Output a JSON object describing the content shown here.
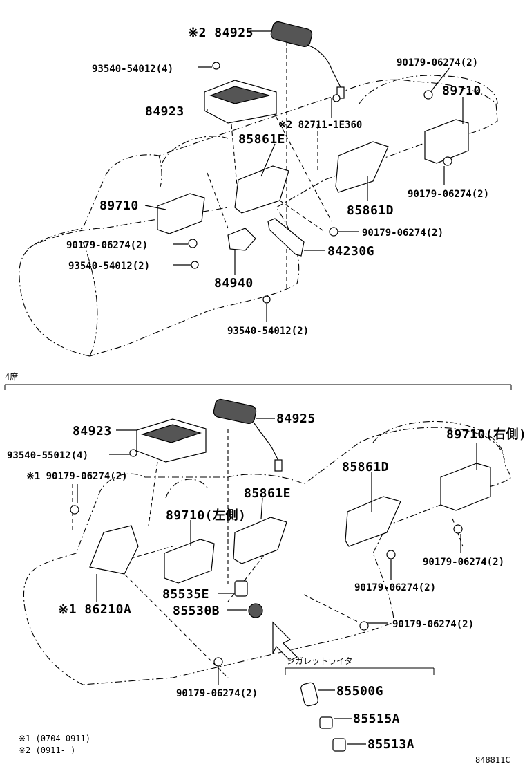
{
  "top": {
    "l_84925": "※2 84925",
    "l_93540_a": "93540-54012(4)",
    "l_90179_tr": "90179-06274(2)",
    "l_89710_r": "89710",
    "l_84923": "84923",
    "l_82711": "※2 82711-1E360",
    "l_85861E": "85861E",
    "l_89710_l": "89710",
    "l_90179_r2": "90179-06274(2)",
    "l_85861D": "85861D",
    "l_90179_c": "90179-06274(2)",
    "l_90179_l": "90179-06274(2)",
    "l_84230G": "84230G",
    "l_93540_b": "93540-54012(2)",
    "l_84940": "84940",
    "l_93540_c": "93540-54012(2)"
  },
  "section": {
    "label": "4席"
  },
  "bottom": {
    "l_84923": "84923",
    "l_84925": "84925",
    "l_89710_r": "89710(右側)",
    "l_93540": "93540-55012(4)",
    "l_90179_1": "※1 90179-06274(2)",
    "l_85861D": "85861D",
    "l_85861E": "85861E",
    "l_89710_l": "89710(左側)",
    "l_90179_r": "90179-06274(2)",
    "l_90179_m": "90179-06274(2)",
    "l_85535E": "85535E",
    "l_86210A": "※1 86210A",
    "l_85530B": "85530B",
    "l_90179_b": "90179-06274(2)",
    "l_90179_bl": "90179-06274(2)",
    "cig_title": "シガレットライタ",
    "l_85500G": "85500G",
    "l_85515A": "85515A",
    "l_85513A": "85513A"
  },
  "notes": {
    "n1": "※1 (0704-0911)",
    "n2": "※2 (0911-    )"
  },
  "code": "848811C"
}
